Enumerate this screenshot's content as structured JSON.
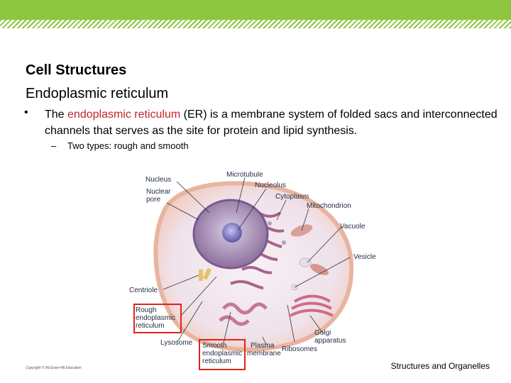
{
  "slide": {
    "title": "Cell Structures",
    "subtitle": "Endoplasmic reticulum",
    "bullet": {
      "marker": "•",
      "prefix": "The ",
      "highlight": "endoplasmic reticulum",
      "suffix": " (ER) is a membrane system of folded sacs and interconnected channels that serves as the site for protein and lipid synthesis."
    },
    "sub_bullet": {
      "marker": "–",
      "text": "Two types: rough and smooth"
    },
    "highlight_color": "#c0262d"
  },
  "figure": {
    "labels": {
      "nucleus": "Nucleus",
      "microtubule": "Microtubule",
      "nucleolus": "Nucleolus",
      "nuclear_pore_1": "Nuclear",
      "nuclear_pore_2": "pore",
      "cytoplasm": "Cytoplasm",
      "mitochondrion": "Mitochondrion",
      "vacuole": "Vacuole",
      "vesicle": "Vesicle",
      "centriole": "Centriole",
      "rough_er_1": "Rough",
      "rough_er_2": "endoplasmic",
      "rough_er_3": "reticulum",
      "lysosome": "Lysosome",
      "smooth_er_1": "Smooth",
      "smooth_er_2": "endoplasmic",
      "smooth_er_3": "reticulum",
      "plasma_membrane_1": "Plasma",
      "plasma_membrane_2": "membrane",
      "ribosomes": "Ribosomes",
      "golgi_1": "Golgi",
      "golgi_2": "apparatus"
    },
    "box_color": "#e2231a"
  },
  "footer": {
    "copyright": "Copyright © McGraw-Hill Education",
    "text": "Structures and Organelles"
  },
  "theme": {
    "accent": "#8dc63f"
  }
}
